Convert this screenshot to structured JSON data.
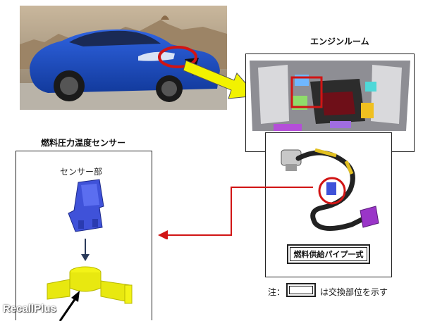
{
  "engine_room_label": "エンジンルーム",
  "sensor_title": "燃料圧力温度センサー",
  "sensor_part_label": "センサー部",
  "fuel_pipe_label": "燃料供給パイプ一式",
  "note_prefix": "注：",
  "note_suffix": "は交換部位を示す",
  "watermark": "RecallPlus",
  "colors": {
    "car_body": "#1f4fc8",
    "highlight_red": "#d11414",
    "arrow_yellow": "#f2f200",
    "sensor_blue": "#3f52d9",
    "body_yellow": "#f3f317",
    "pipe_purple": "#9a35c8"
  }
}
